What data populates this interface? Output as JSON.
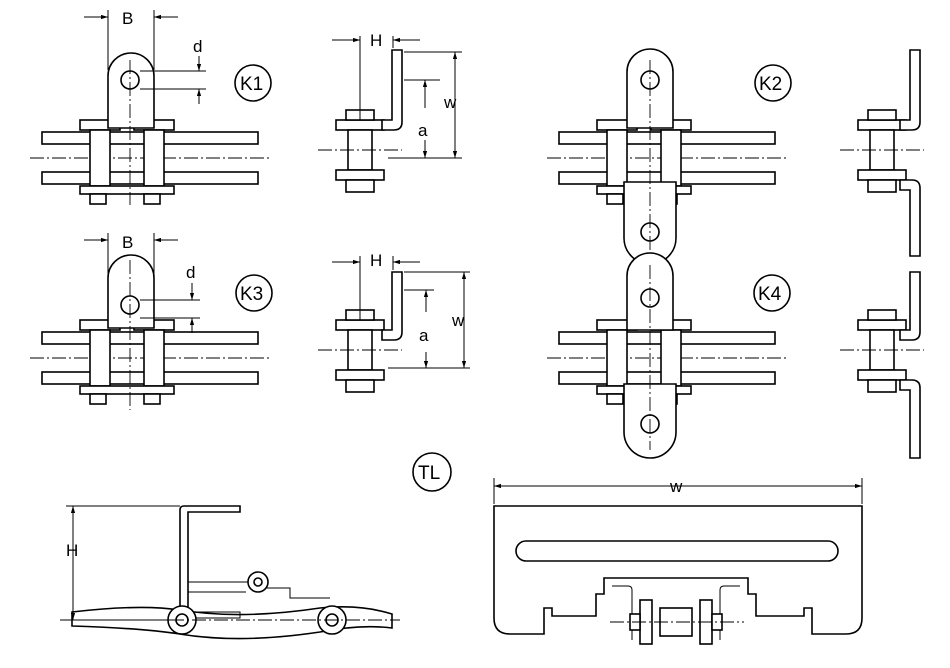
{
  "labels": {
    "k1": "K1",
    "k2": "K2",
    "k3": "K3",
    "k4": "K4",
    "tl": "TL",
    "b": "B",
    "d": "d",
    "h": "H",
    "w": "w",
    "a": "a"
  }
}
